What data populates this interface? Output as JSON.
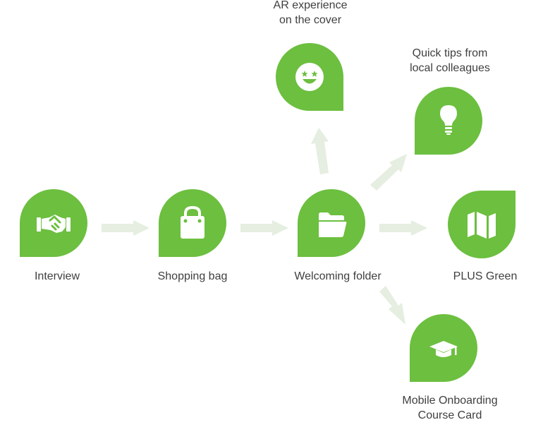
{
  "colors": {
    "node": "#6cbf3f",
    "arrow": "#e5eee0",
    "text": "#3f3f3f",
    "icon": "#ffffff"
  },
  "nodes": [
    {
      "id": "interview",
      "icon": "handshake-icon",
      "label": [
        "Interview"
      ]
    },
    {
      "id": "shopping-bag",
      "icon": "shopping-bag-icon",
      "label": [
        "Shopping bag"
      ]
    },
    {
      "id": "welcoming-folder",
      "icon": "folder-open-icon",
      "label": [
        "Welcoming folder"
      ]
    },
    {
      "id": "ar-experience",
      "icon": "smiling-star-eyes-icon",
      "label": [
        "AR experience",
        "on the cover"
      ]
    },
    {
      "id": "quick-tips",
      "icon": "lightbulb-icon",
      "label": [
        "Quick tips from",
        "local colleagues"
      ]
    },
    {
      "id": "plus-green",
      "icon": "map-icon",
      "label": [
        "PLUS Green"
      ]
    },
    {
      "id": "mobile-onboarding",
      "icon": "graduation-cap-icon",
      "label": [
        "Mobile Onboarding",
        "Course Card"
      ]
    }
  ],
  "edges": [
    {
      "from": "interview",
      "to": "shopping-bag"
    },
    {
      "from": "shopping-bag",
      "to": "welcoming-folder"
    },
    {
      "from": "welcoming-folder",
      "to": "ar-experience"
    },
    {
      "from": "welcoming-folder",
      "to": "quick-tips"
    },
    {
      "from": "welcoming-folder",
      "to": "plus-green"
    },
    {
      "from": "welcoming-folder",
      "to": "mobile-onboarding"
    }
  ]
}
